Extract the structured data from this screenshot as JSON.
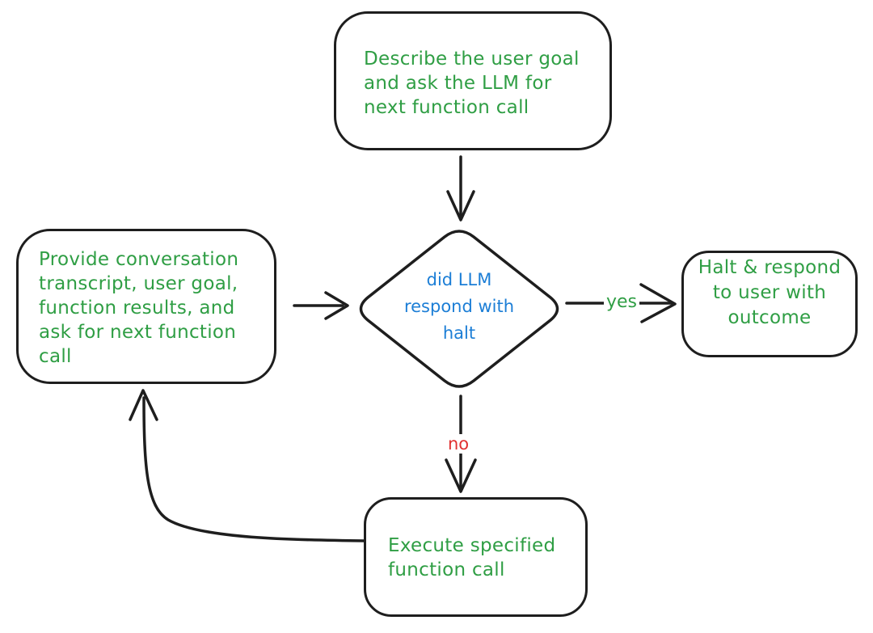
{
  "flowchart": {
    "nodes": {
      "describe_goal": {
        "lines": [
          "Describe the user goal",
          "and ask the LLM for",
          "next function call"
        ]
      },
      "provide_context": {
        "lines": [
          "Provide conversation",
          "transcript, user goal,",
          "function results, and",
          "ask for next function",
          "call"
        ]
      },
      "decision_halt": {
        "lines": [
          "did LLM",
          "respond with",
          "halt"
        ]
      },
      "halt_respond": {
        "lines": [
          "Halt & respond",
          "to user with",
          "outcome"
        ]
      },
      "execute_call": {
        "lines": [
          "Execute specified",
          "function call"
        ]
      }
    },
    "edge_labels": {
      "yes": "yes",
      "no": "no"
    },
    "colors": {
      "node_text_green": "#2f9e44",
      "decision_text_blue": "#1c7ed6",
      "label_yes_green": "#2f9e44",
      "label_no_red": "#e03131",
      "stroke_black": "#1e1e1e",
      "background": "#ffffff"
    }
  }
}
